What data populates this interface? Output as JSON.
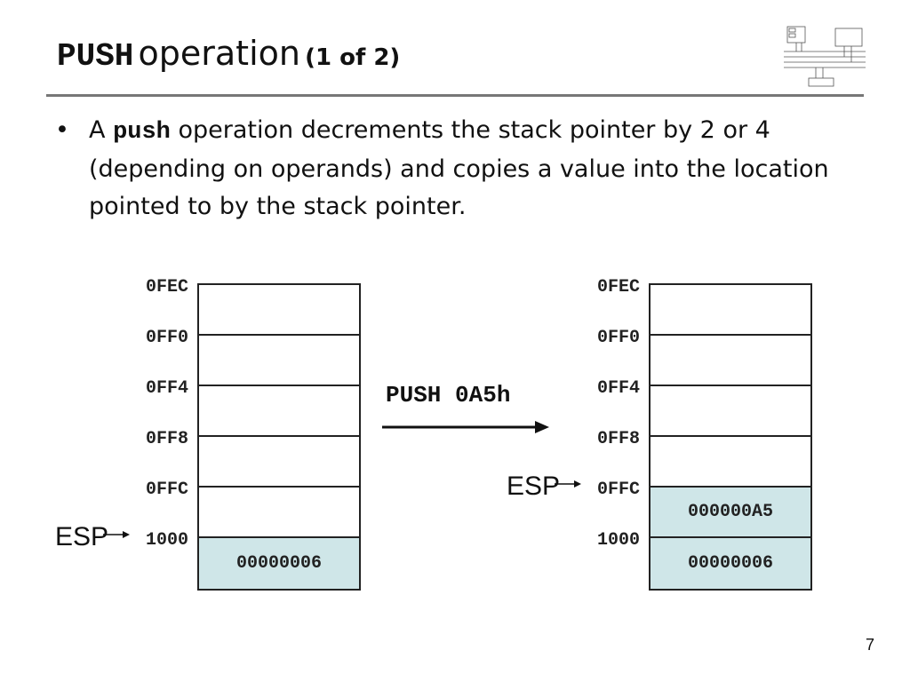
{
  "slide": {
    "title_mono": "PUSH",
    "title_word": "operation",
    "title_part": "(1 of 2)",
    "page_number": "7"
  },
  "bullet": {
    "prefix": "A",
    "keyword": "push",
    "rest": "operation decrements the stack pointer by 2 or 4 (depending on operands) and copies a value into the location pointed to by the stack pointer."
  },
  "diagram": {
    "operation_label": "PUSH 0A5h",
    "pointer_label": "ESP",
    "addresses": [
      "0FEC",
      "0FF0",
      "0FF4",
      "0FF8",
      "0FFC",
      "1000"
    ],
    "before": {
      "cells": [
        "",
        "",
        "",
        "",
        "",
        "00000006"
      ],
      "esp_address": "1000"
    },
    "after": {
      "cells": [
        "",
        "",
        "",
        "",
        "000000A5",
        "00000006"
      ],
      "esp_address": "0FFC"
    }
  },
  "colors": {
    "filled_cell": "#cfe6e8",
    "rule": "#777777"
  },
  "icons": {
    "logo": "computer-architecture-diagram-icon"
  }
}
